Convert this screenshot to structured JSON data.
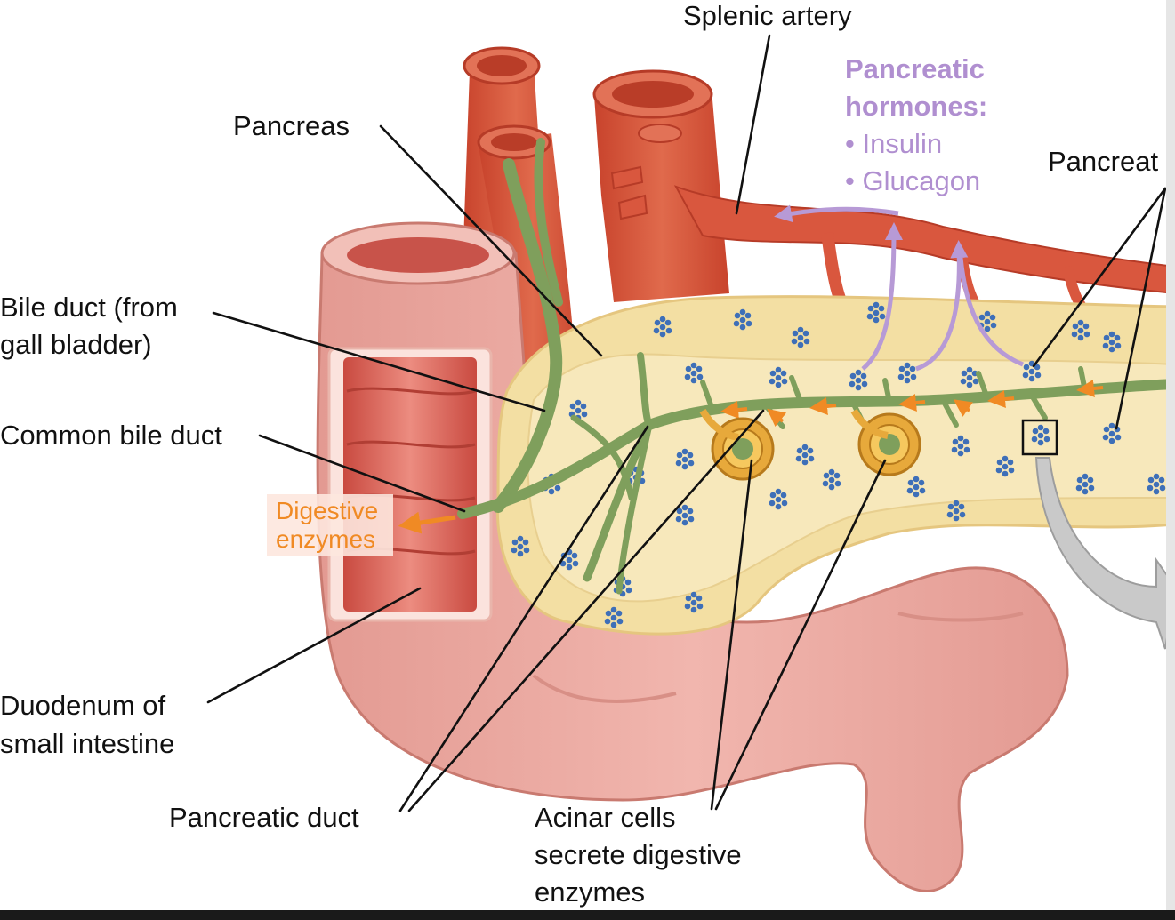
{
  "labels": {
    "splenic_artery": "Splenic artery",
    "pancreas": "Pancreas",
    "bile_duct_line1": "Bile duct (from",
    "bile_duct_line2": "gall bladder)",
    "common_bile_duct": "Common bile duct",
    "digestive_enzymes_line1": "Digestive",
    "digestive_enzymes_line2": "enzymes",
    "duodenum_line1": "Duodenum of",
    "duodenum_line2": "small intestine",
    "pancreatic_duct": "Pancreatic duct",
    "acinar_line1": "Acinar cells",
    "acinar_line2": "secrete digestive",
    "acinar_line3": "enzymes",
    "pancreatic_islets_partial": "Pancreat"
  },
  "hormones": {
    "heading_line1": "Pancreatic",
    "heading_line2": "hormones:",
    "item1": "• Insulin",
    "item2": "• Glucagon"
  },
  "colors": {
    "artery": "#d9573e",
    "duodenum": "#e58f86",
    "pancreas": "#f3dfa3",
    "duct": "#7f9f5c",
    "islet": "#3e6fb8",
    "hormone_label": "#b08fd0",
    "enzyme_label": "#f08a24"
  }
}
